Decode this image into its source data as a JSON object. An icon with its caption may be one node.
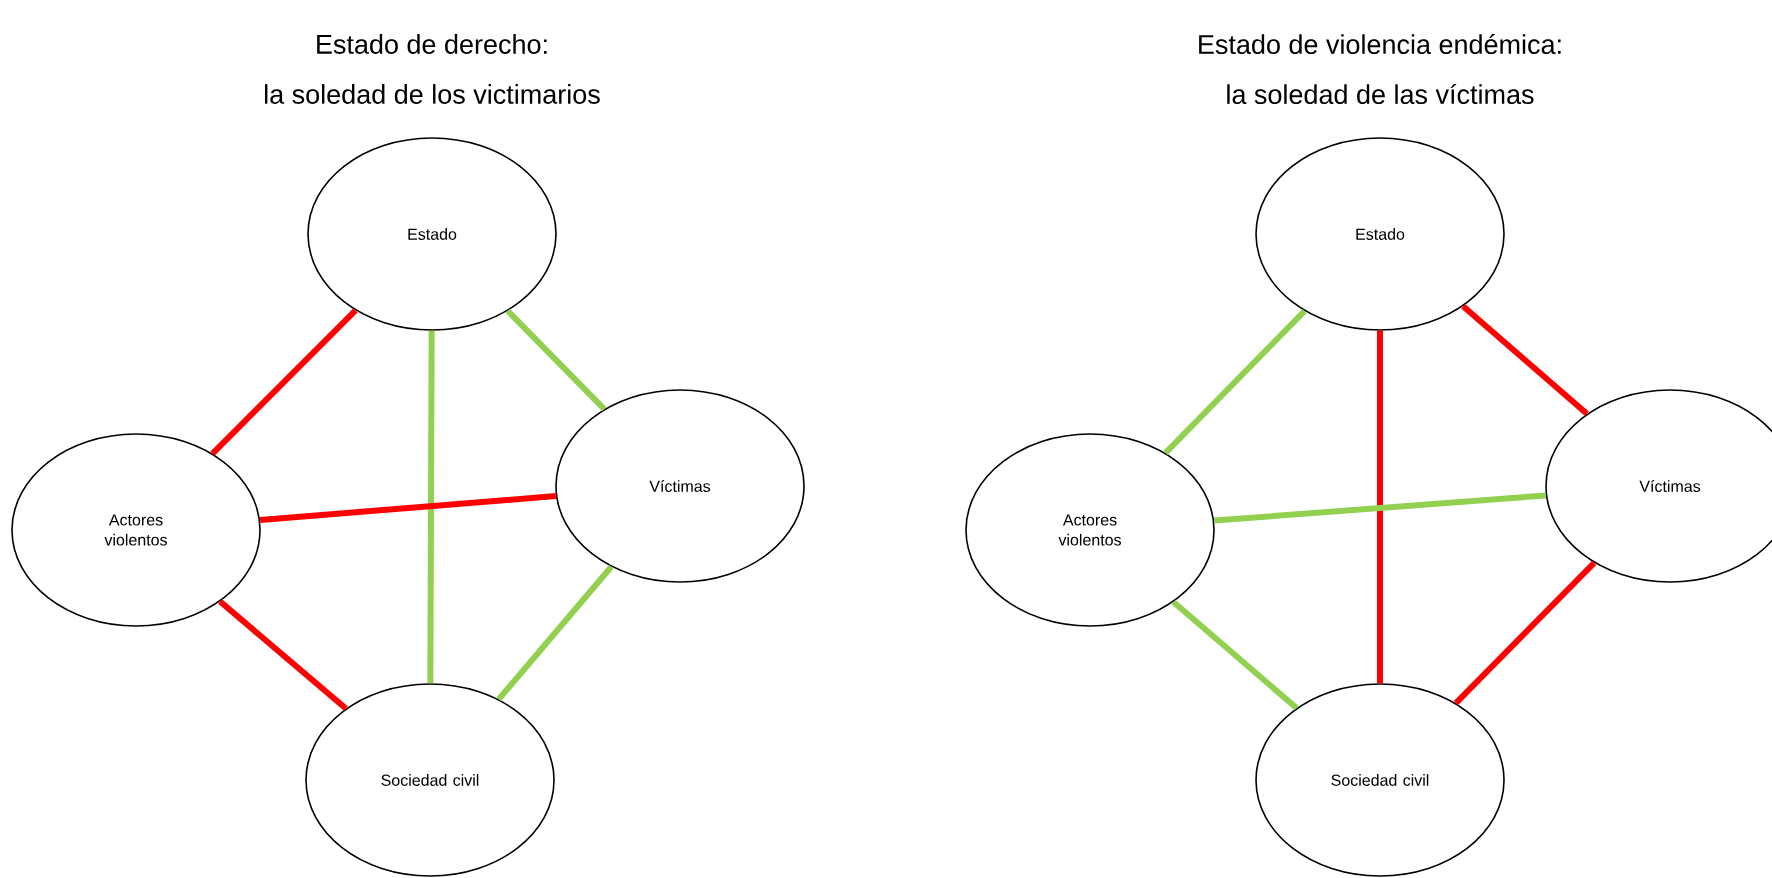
{
  "diagram": {
    "nodes": [
      {
        "text": [
          "Estado"
        ]
      },
      {
        "text": [
          "Actores violentos"
        ]
      },
      {
        "text": [
          "Víctimas"
        ]
      },
      {
        "text": [
          "Sociedad civil"
        ]
      },
      {
        "text": [
          "Estado"
        ]
      },
      {
        "text": [
          "Actores violentos"
        ]
      },
      {
        "text": [
          "Víctimas"
        ]
      },
      {
        "text": [
          "Sociedad civil"
        ]
      }
    ],
    "edges": [
      {
        "from": 0,
        "to": 1,
        "arrow": "none",
        "color": "#ff0000"
      },
      {
        "from": 0,
        "to": 2,
        "arrow": "none",
        "color": "#92d050"
      },
      {
        "from": 0,
        "to": 3,
        "arrow": "none",
        "color": "#92d050"
      },
      {
        "from": 1,
        "to": 2,
        "arrow": "none",
        "color": "#ff0000"
      },
      {
        "from": 1,
        "to": 3,
        "arrow": "none",
        "color": "#ff0000"
      },
      {
        "from": 2,
        "to": 3,
        "arrow": "none",
        "color": "#92d050"
      },
      {
        "from": 4,
        "to": 5,
        "arrow": "none",
        "color": "#92d050"
      },
      {
        "from": 4,
        "to": 6,
        "arrow": "none",
        "color": "#ff0000"
      },
      {
        "from": 4,
        "to": 7,
        "arrow": "none",
        "color": "#ff0000"
      },
      {
        "from": 5,
        "to": 6,
        "arrow": "none",
        "color": "#92d050"
      },
      {
        "from": 5,
        "to": 7,
        "arrow": "none",
        "color": "#92d050"
      },
      {
        "from": 6,
        "to": 7,
        "arrow": "none",
        "color": "#ff0000"
      }
    ],
    "labels": [
      "Estado de derecho:",
      "Estado de violencia endémica:",
      "la soledad de los victimarios",
      "la soledad de las víctimas"
    ]
  }
}
